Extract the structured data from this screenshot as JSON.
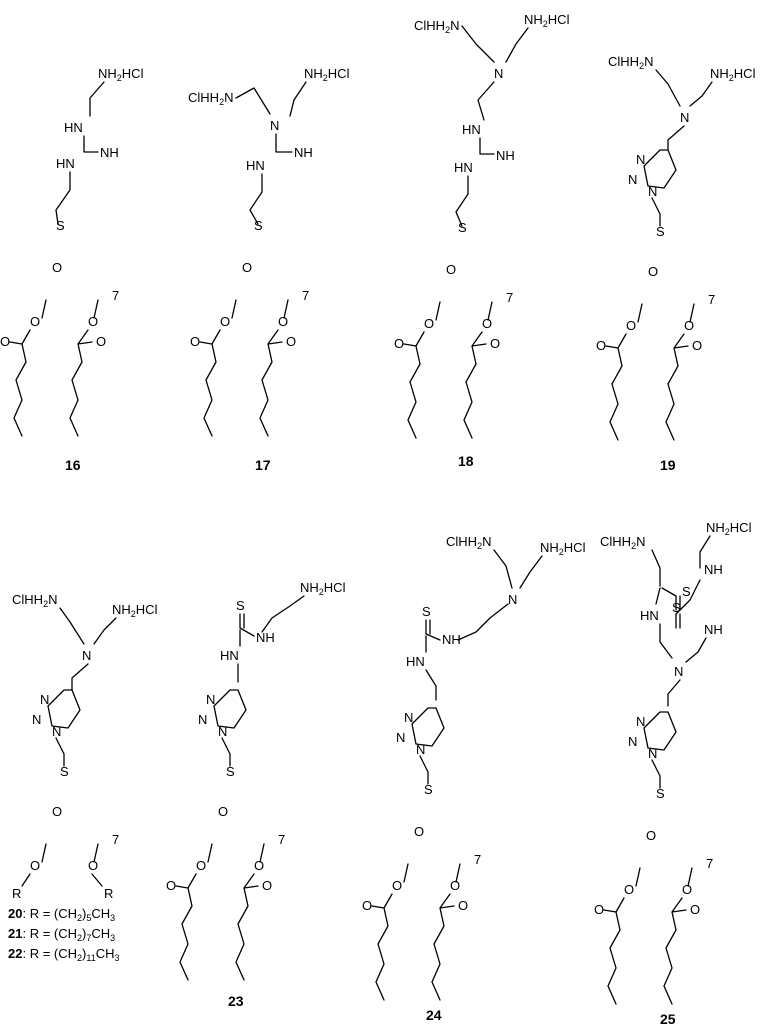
{
  "colors": {
    "cd_gold": "#efa33a",
    "cd_light": "#f9d99b",
    "cd_rim": "#f6c8ad",
    "outline": "#000000",
    "background": "#ffffff"
  },
  "atoms": {
    "nh2hcl": "NH2HCl",
    "clhh2n": "ClHH2N",
    "hn": "HN",
    "nh": "NH",
    "n": "N",
    "s": "S",
    "o": "O",
    "n7": "7",
    "r": "R"
  },
  "compounds": [
    {
      "id": "16",
      "label": "16",
      "headgroup": "guanidine",
      "tail": "hexanoate"
    },
    {
      "id": "17",
      "label": "17",
      "headgroup": "bis-aminoethyl guanidine",
      "tail": "hexanoate"
    },
    {
      "id": "18",
      "label": "18",
      "headgroup": "tris-aminoethylamine guanidine",
      "tail": "hexanoate"
    },
    {
      "id": "19",
      "label": "19",
      "headgroup": "triazole tertiary amine",
      "tail": "hexanoate"
    },
    {
      "id": "20-22",
      "label": "",
      "headgroup": "triazole tertiary amine",
      "tail": "alkyl ether R"
    },
    {
      "id": "23",
      "label": "23",
      "headgroup": "triazole thiourea",
      "tail": "hexanoate"
    },
    {
      "id": "24",
      "label": "24",
      "headgroup": "triazole thiourea tertiary amine",
      "tail": "hexanoate"
    },
    {
      "id": "25",
      "label": "25",
      "headgroup": "triazole bis-thiourea tertiary amine",
      "tail": "hexanoate"
    }
  ],
  "r_groups": [
    {
      "number": "20",
      "prefix": ": R = (CH",
      "sub1": "2",
      "mid": ")",
      "sub2": "5",
      "suffix": "CH",
      "sub3": "3"
    },
    {
      "number": "21",
      "prefix": ": R = (CH",
      "sub1": "2",
      "mid": ")",
      "sub2": "7",
      "suffix": "CH",
      "sub3": "3"
    },
    {
      "number": "22",
      "prefix": ": R = (CH",
      "sub1": "2",
      "mid": ")",
      "sub2": "11",
      "suffix": "CH",
      "sub3": "3"
    }
  ]
}
